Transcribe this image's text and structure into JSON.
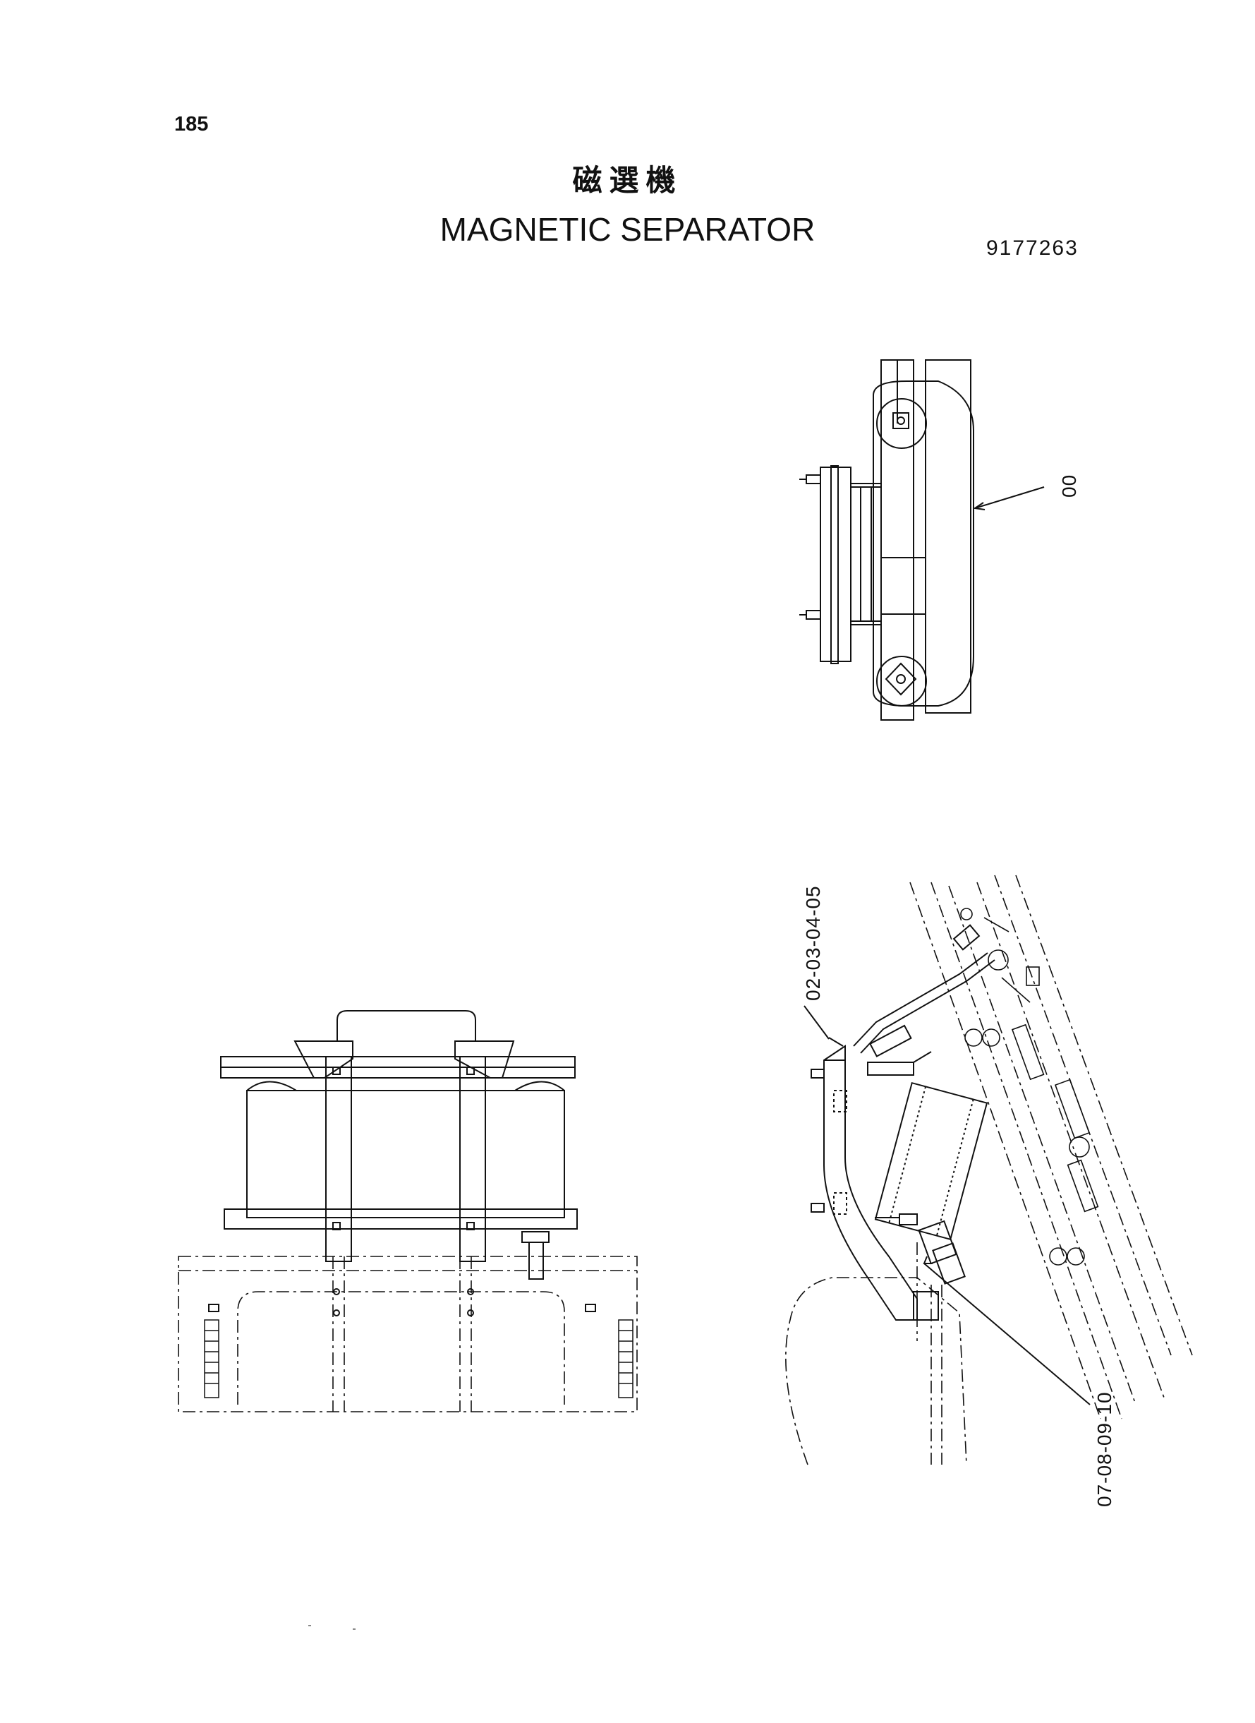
{
  "header": {
    "page_number": "185",
    "title_jp": "磁選機",
    "title_en": "MAGNETIC SEPARATOR",
    "part_number": "9177263"
  },
  "callouts": {
    "assembly": "00",
    "upper_parts": "02-03-04-05",
    "lower_parts": "07-08-09-10"
  },
  "colors": {
    "ink": "#111111",
    "paper": "#ffffff"
  }
}
